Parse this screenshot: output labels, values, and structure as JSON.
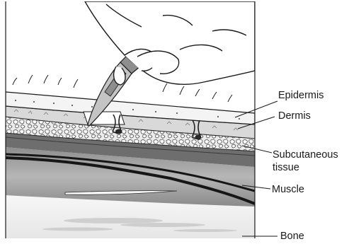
{
  "labels": {
    "epidermis": "Epidermis",
    "dermis": "Dermis",
    "subcutaneous_line1": "Subcutaneous",
    "subcutaneous_line2": "tissue",
    "muscle": "Muscle",
    "bone": "Bone"
  },
  "colors": {
    "stroke": "#1a1a1a",
    "hand_fill": "#ffffff",
    "epidermis_fill": "#f4f4f4",
    "dermis_fill": "#d6d6d6",
    "fat_fill": "#e9e9e9",
    "fascia_fill": "#6e6e6e",
    "muscle_fill": "#a9a9a9",
    "bone_fill": "#f0f0f0",
    "blade_fill": "#c4c4c4"
  }
}
